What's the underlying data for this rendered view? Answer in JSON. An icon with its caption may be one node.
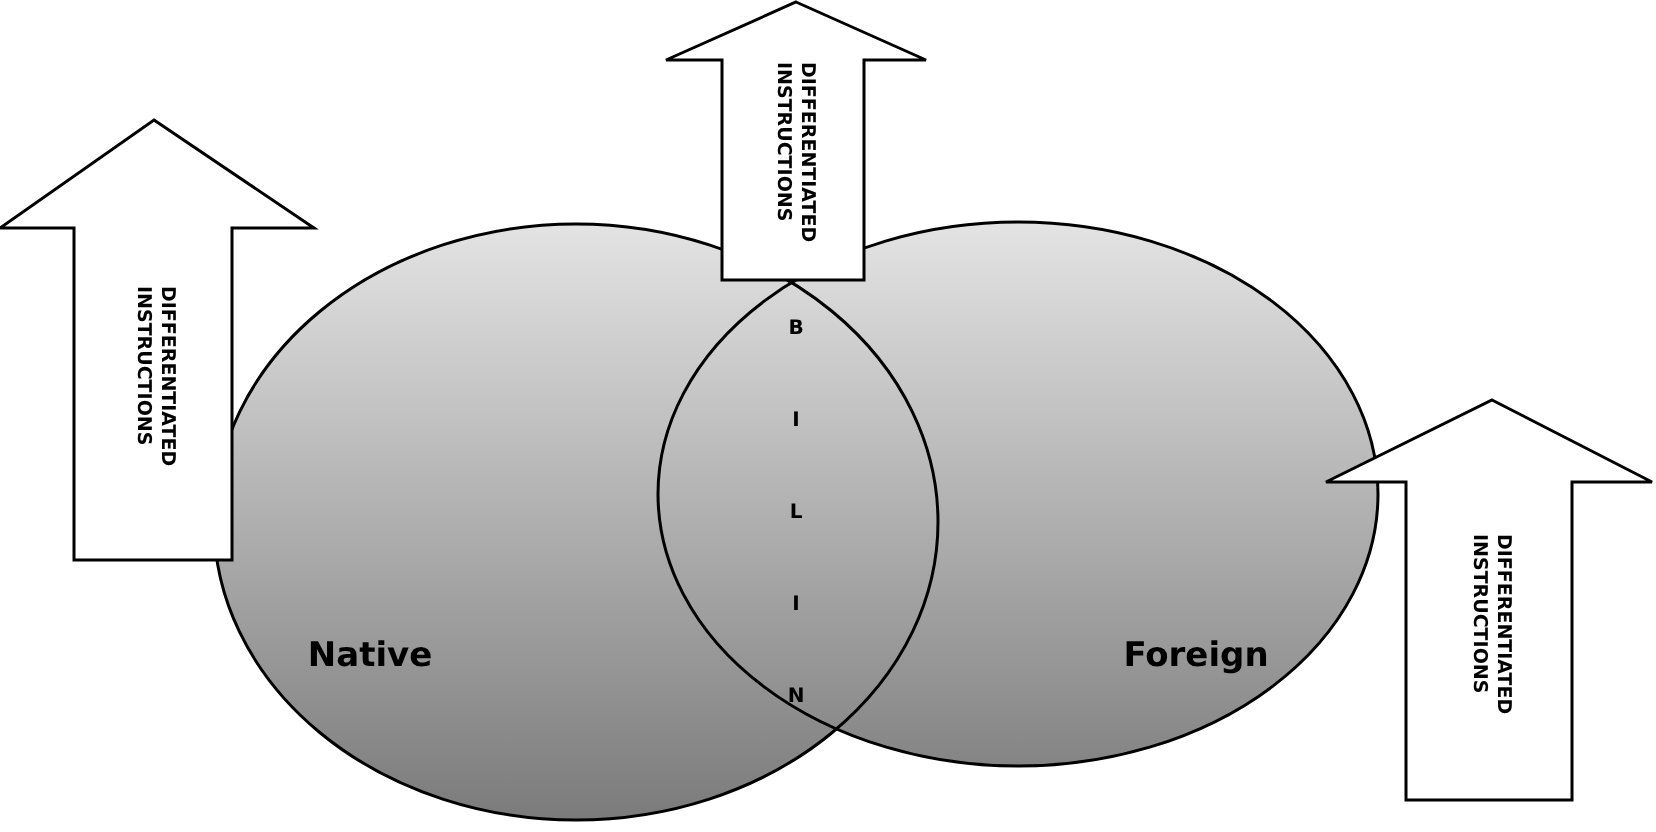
{
  "diagram": {
    "nodes": [
      {
        "text": [
          "DIFFERENTIATED INSTRUCTIONS"
        ]
      },
      {
        "text": [
          "DIFFERENTIATED INSTRUCTIONS"
        ]
      },
      {
        "text": [
          "Native"
        ]
      },
      {
        "text": [
          "Foreign"
        ]
      },
      {
        "text": [
          "DIFFERENTIATED INSTRUCTIONS"
        ]
      }
    ],
    "edges": [],
    "labels": [
      "BILIN"
    ]
  }
}
